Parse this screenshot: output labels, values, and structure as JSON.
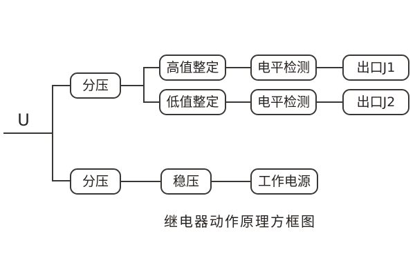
{
  "caption": "继电器动作原理方框图",
  "input": {
    "label": "U"
  },
  "nodes": {
    "divider_top": {
      "label": "分压"
    },
    "high_setting": {
      "label": "高值整定"
    },
    "low_setting": {
      "label": "低值整定"
    },
    "level_detect_1": {
      "label": "电平检测"
    },
    "level_detect_2": {
      "label": "电平检测"
    },
    "outlet_j1": {
      "label": "出口J1"
    },
    "outlet_j2": {
      "label": "出口J2"
    },
    "divider_bottom": {
      "label": "分压"
    },
    "regulator": {
      "label": "稳压"
    },
    "working_power": {
      "label": "工作电源"
    }
  },
  "edges": [
    "U -> divider_top",
    "U -> divider_bottom",
    "divider_top -> high_setting",
    "divider_top -> low_setting",
    "high_setting -> level_detect_1",
    "level_detect_1 -> outlet_j1",
    "low_setting -> level_detect_2",
    "level_detect_2 -> outlet_j2",
    "divider_bottom -> regulator",
    "regulator -> working_power"
  ],
  "colors": {
    "line": "#3a3633",
    "text": "#262220",
    "background": "#ffffff"
  }
}
